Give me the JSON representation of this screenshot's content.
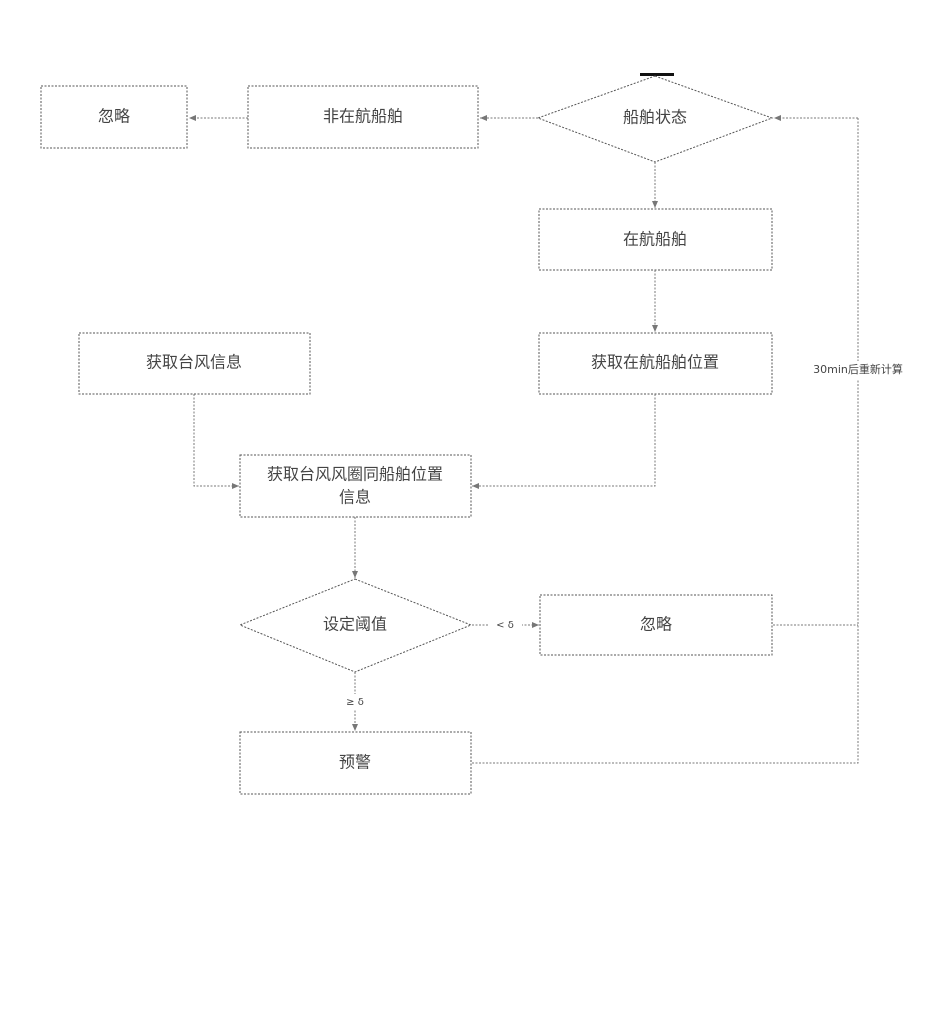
{
  "nodes": {
    "ignore_top": "忽略",
    "non_sailing": "非在航船舶",
    "ship_status": "船舶状态",
    "sailing": "在航船舶",
    "get_typhoon": "获取台风信息",
    "get_ship_pos": "获取在航船舶位置",
    "range_info_line1": "获取台风风圈同船舶位置",
    "range_info_line2": "信息",
    "threshold": "设定阈值",
    "ignore_right": "忽略",
    "alarm": "预警"
  },
  "edges": {
    "less_than": "< δ",
    "greater_than": "≥ δ",
    "loop": "30min后重新计算"
  }
}
